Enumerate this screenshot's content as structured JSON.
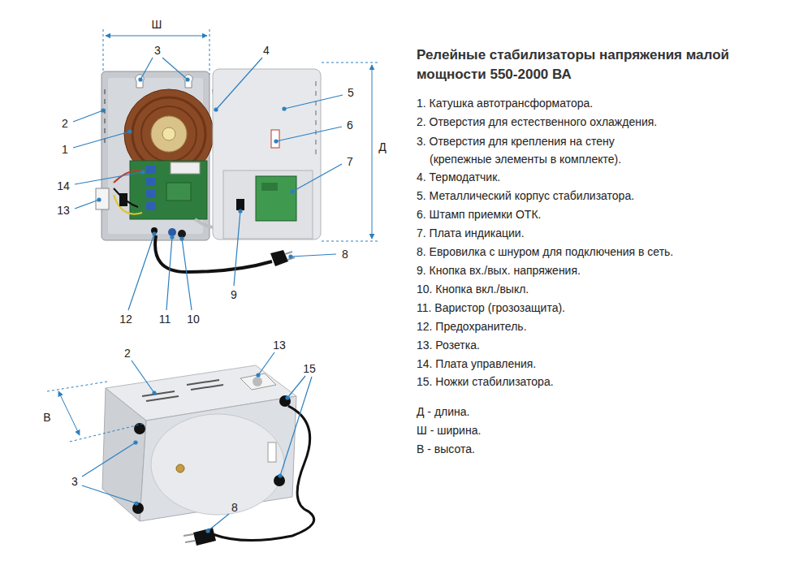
{
  "diagram": {
    "title": "Релейные стабилизаторы напряжения малой мощности 550-2000 ВА",
    "labels": [
      "Ш",
      "3",
      "4",
      "2",
      "1",
      "14",
      "13",
      "5",
      "6",
      "Д",
      "7",
      "8",
      "12",
      "11",
      "10",
      "9",
      "2",
      "13",
      "15",
      "В",
      "3",
      "8",
      "1. Катушка автотрансформатора.",
      "2. Отверстия для естественного охлаждения.",
      "3. Отверстия для крепления на стену (крепежные элементы в комплекте).",
      "4. Термодатчик.",
      "5. Металлический корпус стабилизатора.",
      "6. Штамп приемки ОТК.",
      "7. Плата индикации.",
      "8. Евровилка с шнуром для подключения в сеть.",
      "9. Кнопка вх./вых. напряжения.",
      "10. Кнопка вкл./выкл.",
      "11. Варистор (грозозащита).",
      "12. Предохранитель.",
      "13. Розетка.",
      "14. Плата управления.",
      "15. Ножки стабилизатора.",
      "Д - длина.",
      "Ш - ширина.",
      "В - высота."
    ]
  }
}
